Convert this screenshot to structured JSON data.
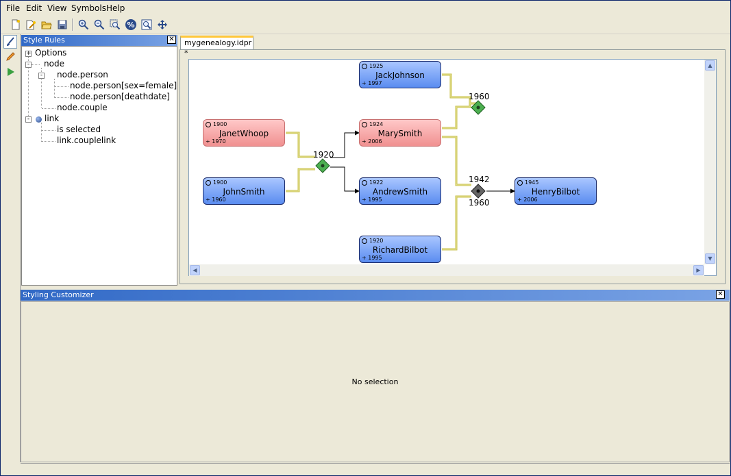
{
  "menu": [
    "File",
    "Edit",
    "View",
    "Symbols",
    "Help"
  ],
  "toolbar": {
    "icons": [
      "new-file-icon",
      "open-wizard-icon",
      "open-folder-icon",
      "save-icon",
      "zoom-in-icon",
      "zoom-out-icon",
      "zoom-box-icon",
      "zoom-percent-icon",
      "fit-page-icon",
      "pan-icon"
    ]
  },
  "leftstrip": [
    "style-brush-icon",
    "pencil-icon",
    "play-icon"
  ],
  "style_rules": {
    "title": "Style Rules",
    "tree": [
      {
        "label": "Options",
        "expander": "+"
      },
      {
        "label": "node",
        "expander": "-"
      },
      {
        "label": "node.person",
        "expander": "-"
      },
      {
        "label": "node.person[sex=female]"
      },
      {
        "label": "node.person[deathdate]"
      },
      {
        "label": "node.couple"
      },
      {
        "label": "link",
        "expander": "-"
      },
      {
        "label": "is selected"
      },
      {
        "label": "link.couplelink"
      }
    ]
  },
  "editor": {
    "tab_label": "mygenealogy.idpr *",
    "nodes": [
      {
        "id": "jack",
        "name": "JackJohnson",
        "birth": "1925",
        "death": "1997",
        "sex": "male"
      },
      {
        "id": "janet",
        "name": "JanetWhoop",
        "birth": "1900",
        "death": "1970",
        "sex": "female"
      },
      {
        "id": "mary",
        "name": "MarySmith",
        "birth": "1924",
        "death": "2006",
        "sex": "female"
      },
      {
        "id": "john",
        "name": "JohnSmith",
        "birth": "1900",
        "death": "1960",
        "sex": "male"
      },
      {
        "id": "andrew",
        "name": "AndrewSmith",
        "birth": "1922",
        "death": "1995",
        "sex": "male"
      },
      {
        "id": "henry",
        "name": "HenryBilbot",
        "birth": "1945",
        "death": "2006",
        "sex": "male"
      },
      {
        "id": "richard",
        "name": "RichardBilbot",
        "birth": "1920",
        "death": "1995",
        "sex": "male"
      }
    ],
    "couples": [
      {
        "id": "c1",
        "label": "1920"
      },
      {
        "id": "c2",
        "label": "1960"
      },
      {
        "id": "c3",
        "label": "1942",
        "label2": "1960"
      }
    ],
    "colors": {
      "male": "#5a8cf0",
      "female": "#f09090",
      "couple_link": "#e6e27a",
      "couple_node": "#4caf50",
      "divorced_node": "#555555"
    }
  },
  "customizer": {
    "title": "Styling Customizer",
    "empty_text": "No selection"
  }
}
